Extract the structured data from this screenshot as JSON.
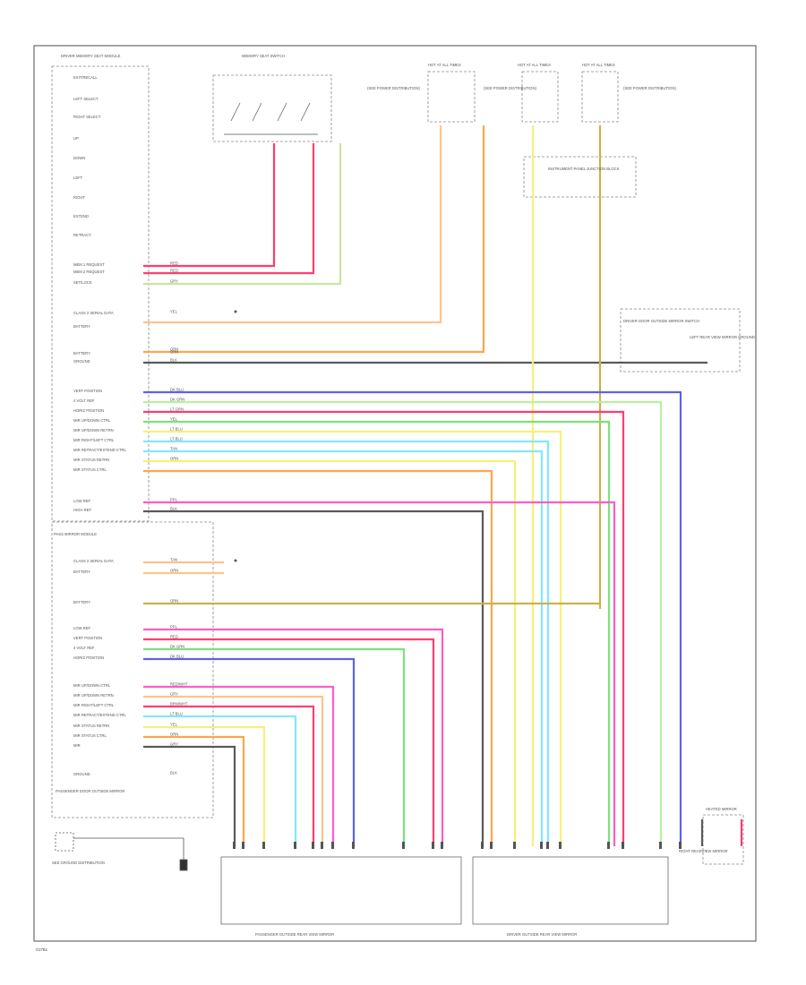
{
  "header": {
    "module_title": "DRIVER MEMORY SEAT MODULE",
    "switch_title": "MEMORY SEAT SWITCH",
    "fuse_a": "HOT AT ALL TIMES",
    "fuse_b": "HOT AT ALL TIMES",
    "fuse_c": "HOT AT ALL TIMES",
    "note_a": "(SEE POWER DISTRIBUTION)",
    "note_b": "(SEE POWER DISTRIBUTION)",
    "note_c": "(SEE POWER DISTRIBUTION)",
    "junction_block": "INSTRUMENT PANEL JUNCTION BLOCK"
  },
  "left_labels": [
    "EXIT/RECALL",
    "LEFT SELECT",
    "RIGHT SELECT",
    "UP",
    "DOWN",
    "LEFT",
    "RIGHT",
    "EXTEND",
    "RETRACT",
    "MEM 1 REQUEST",
    "MEM 2 REQUEST",
    "SET/LOCK",
    "CLASS 2 SERIAL DATA",
    "BATTERY",
    "BATTERY",
    "GROUND",
    "VERT POSITION",
    "4 VOLT REF",
    "HORIZ POSITION",
    "MIR UP/DOWN CTRL",
    "MIR UP/DOWN RETRN",
    "MIR RIGHT/LEFT CTRL",
    "MIR RETRACT/EXTEND CTRL",
    "MIR STATUS RETRN",
    "MIR STATUS CTRL",
    "LOW REF",
    "HIGH REF",
    "PASS MIRROR MODULE",
    "CLASS 2 SERIAL DATA",
    "BATTERY",
    "BATTERY",
    "LOW REF",
    "VERT POSITION",
    "4 VOLT REF",
    "HORIZ POSITION",
    "MIR UP/DOWN CTRL",
    "MIR UP/DOWN RETRN",
    "MIR RIGHT/LEFT CTRL",
    "MIR RETRACT/EXTEND CTRL",
    "MIR STATUS RETRN",
    "MIR STATUS CTRL",
    "MIR",
    "GROUND"
  ],
  "wire_labels": [
    "RED",
    "RED",
    "GRY",
    "YEL",
    "ORN",
    "ORN",
    "BLK",
    "DK BLU",
    "DK GRN",
    "LT GRN",
    "YEL",
    "LT BLU",
    "LT BLU",
    "TAN",
    "ORN",
    "PPL",
    "BLK",
    "TAN",
    "ORN",
    "ORN",
    "PPL",
    "RED",
    "DK GRN",
    "DK BLU",
    "RED/WHT",
    "GRY",
    "BRN/WHT",
    "LT BLU",
    "YEL",
    "ORN",
    "GRY",
    "BLK"
  ],
  "bottom": {
    "ground_box": "PASSENGER DOOR OUTSIDE MIRROR",
    "splice_note": "SEE GROUND DISTRIBUTION",
    "pass_mirror": "PASSENGER OUTSIDE REAR VIEW MIRROR",
    "driver_mirror": "DRIVER OUTSIDE REAR VIEW MIRROR",
    "heated_mirror": "HEATED MIRROR",
    "right_mirror_note": "RIGHT REARVIEW MIRROR",
    "id": "G27B1"
  },
  "right_box": {
    "title": "DRIVER DOOR OUTSIDE MIRROR SWITCH",
    "sub": "LEFT REAR VIEW MIRROR GROUND"
  },
  "colors": {
    "red": "#ff3d6f",
    "orange": "#ffa64d",
    "lt_orange": "#ffcf99",
    "dk_gray": "#5a5a5a",
    "blue": "#5a64e6",
    "green": "#7ee07e",
    "lt_green": "#b8f0a0",
    "pink": "#ff5cc8",
    "cyan": "#7fe8ff",
    "yellow": "#f5f07a",
    "tan": "#e0c86a",
    "violet": "#e070f0"
  }
}
